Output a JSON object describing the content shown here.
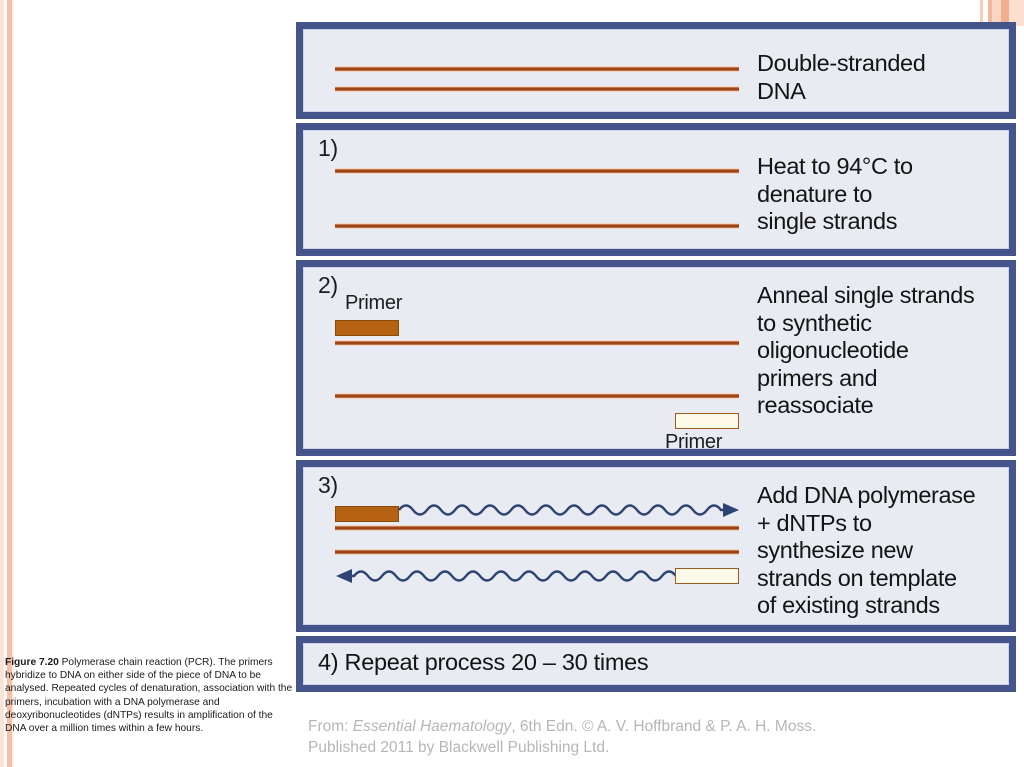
{
  "decor": {
    "left_stripe_colors": [
      "#fbe3d8",
      "#ffffff",
      "#f6c0a8",
      "#fdeee6"
    ],
    "top_stripe_colors": [
      "#ffffff",
      "#f8cdb8",
      "#ffffff",
      "#f3b79c",
      "#f9d6c4",
      "#f0ad8f",
      "#fbe0d2"
    ]
  },
  "figure_caption": {
    "label": "Figure 7.20",
    "body": " Polymerase chain reaction (PCR). The primers hybridize to DNA on either side of the piece of DNA to be analysed. Repeated cycles of denaturation, association with the primers, incubation with a DNA polymerase and deoxyribonucleotides (dNTPs) results in amplification of the DNA over a million times within a few hours."
  },
  "pcr_figure": {
    "border_color": "#44558c",
    "panel_color": "#e9ebf3",
    "strand_color": "#9e4417",
    "primer_filled_color": "#b56213",
    "primer_open_color": "#fdfbe8",
    "wave_color": "#2d4372",
    "panels": [
      {
        "step": "",
        "caption": "Double-stranded\nDNA",
        "primer_labels": []
      },
      {
        "step": "1)",
        "caption": "Heat to 94°C to\ndenature to\nsingle strands",
        "primer_labels": []
      },
      {
        "step": "2)",
        "caption": "Anneal single strands\nto synthetic\noligonucleotide\nprimers and\nreassociate",
        "primer_labels": [
          "Primer",
          "Primer"
        ]
      },
      {
        "step": "3)",
        "caption": "Add DNA polymerase\n+ dNTPs to\nsynthesize new\nstrands on template\nof existing strands",
        "primer_labels": []
      }
    ],
    "repeat_step": "4) Repeat process 20 – 30 times"
  },
  "attribution": {
    "prefix": "From: ",
    "title": "Essential Haematology",
    "suffix": ", 6th Edn. © A. V. Hoffbrand & P. A. H. Moss.",
    "line2": "Published 2011 by Blackwell Publishing Ltd."
  }
}
